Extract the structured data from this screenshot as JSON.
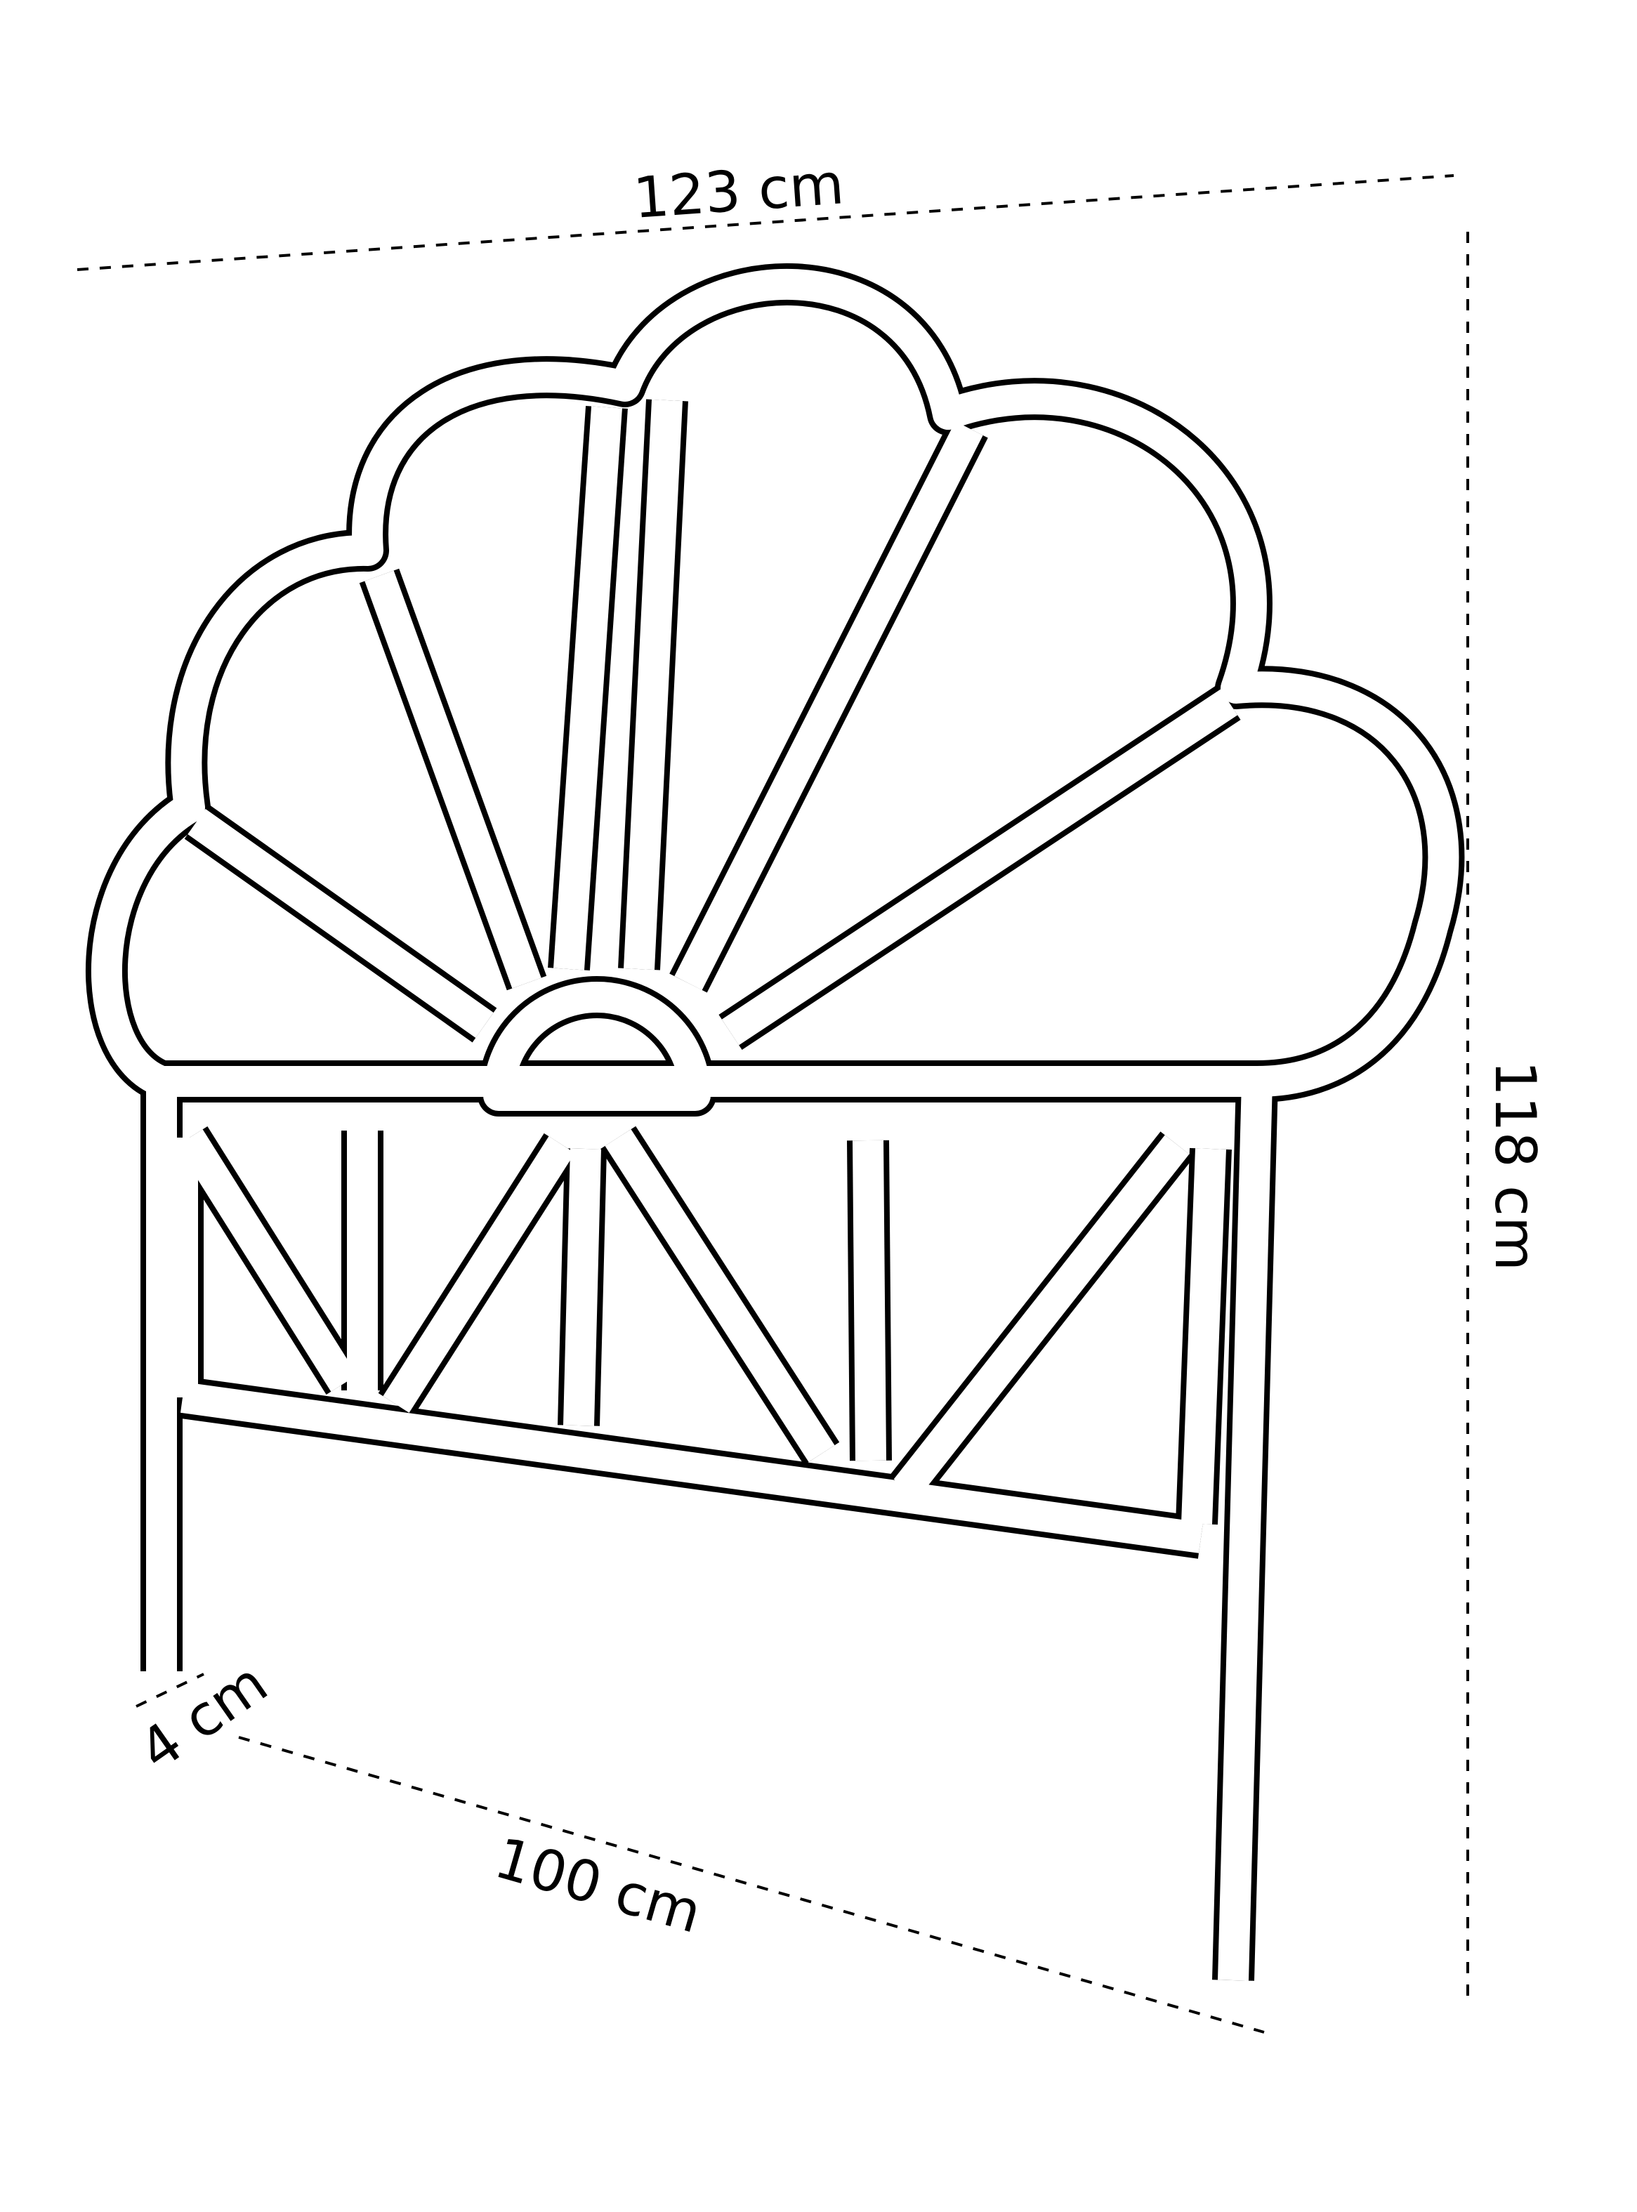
{
  "dimensions": {
    "width": "123 cm",
    "height": "118 cm",
    "depth": "100 cm",
    "leg": "4 cm"
  },
  "colors": {
    "line": "#000000",
    "background": "#ffffff"
  }
}
